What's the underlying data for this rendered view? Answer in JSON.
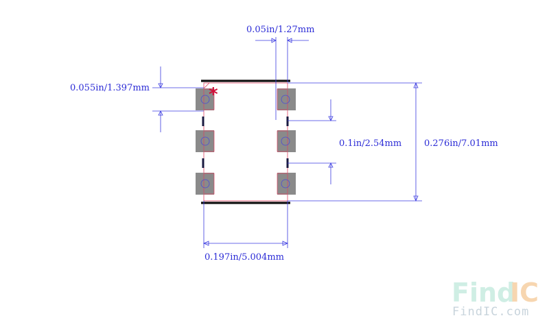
{
  "dimensions": {
    "pitch_horizontal": "0.05in/1.27mm",
    "pad_height": "0.055in/1.397mm",
    "pitch_vertical": "0.1in/2.54mm",
    "body_height": "0.276in/7.01mm",
    "body_width": "0.197in/5.004mm"
  },
  "pin1_marker": "*",
  "watermark": {
    "logo_find": "Find",
    "logo_ic": "IC",
    "site": "FindIC.com"
  },
  "colors": {
    "dimension": "#2b2bd6",
    "silkscreen": "#111111",
    "courtyard": "#e04060",
    "pad": "#8a8a8a",
    "pin1_marker": "#d0103a",
    "logo_find": "#cfeee4",
    "logo_ic": "#f7d6b0",
    "logo_site": "#c8d4dc"
  },
  "pads": {
    "count": 6,
    "columns": 2,
    "rows": 3
  }
}
